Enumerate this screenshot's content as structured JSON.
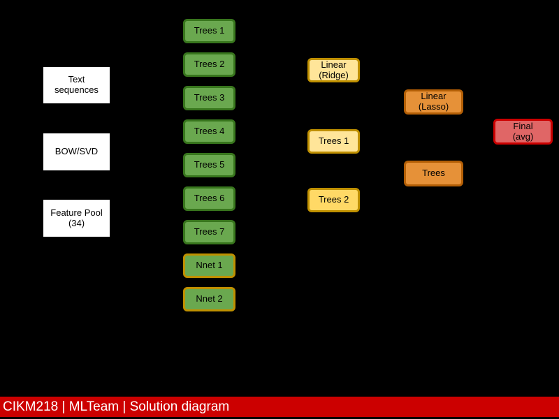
{
  "footer": {
    "label": "CIKM218 | MLTeam | Solution diagram",
    "background": "#cc0000",
    "text_color": "#ffffff"
  },
  "diagram": {
    "inputs": [
      {
        "label": "Text sequences"
      },
      {
        "label": "BOW/SVD"
      },
      {
        "label": "Feature Pool (34)"
      }
    ],
    "level1": [
      {
        "label": "Trees 1",
        "type": "trees"
      },
      {
        "label": "Trees 2",
        "type": "trees"
      },
      {
        "label": "Trees 3",
        "type": "trees"
      },
      {
        "label": "Trees 4",
        "type": "trees"
      },
      {
        "label": "Trees 5",
        "type": "trees"
      },
      {
        "label": "Trees 6",
        "type": "trees"
      },
      {
        "label": "Trees 7",
        "type": "trees"
      },
      {
        "label": "Nnet 1",
        "type": "nnet"
      },
      {
        "label": "Nnet 2",
        "type": "nnet"
      }
    ],
    "level2": [
      {
        "label": "Linear (Ridge)"
      },
      {
        "label": "Trees 1"
      },
      {
        "label": "Trees 2"
      }
    ],
    "level3": [
      {
        "label": "Linear (Lasso)"
      },
      {
        "label": "Trees"
      }
    ],
    "final": {
      "label": "Final (avg)"
    }
  },
  "colors": {
    "background": "#000000",
    "banner": "#cc0000",
    "input_fill": "#ffffff",
    "trees_fill": "#6aa84f",
    "trees_border": "#38761d",
    "nnet_border": "#bf9000",
    "level2_light_fill": "#ffe599",
    "level2_fill": "#ffd966",
    "level2_border": "#bf9000",
    "level3_fill": "#e69138",
    "level3_border": "#b45f06",
    "final_fill": "#e06666",
    "final_border": "#cc0000"
  }
}
